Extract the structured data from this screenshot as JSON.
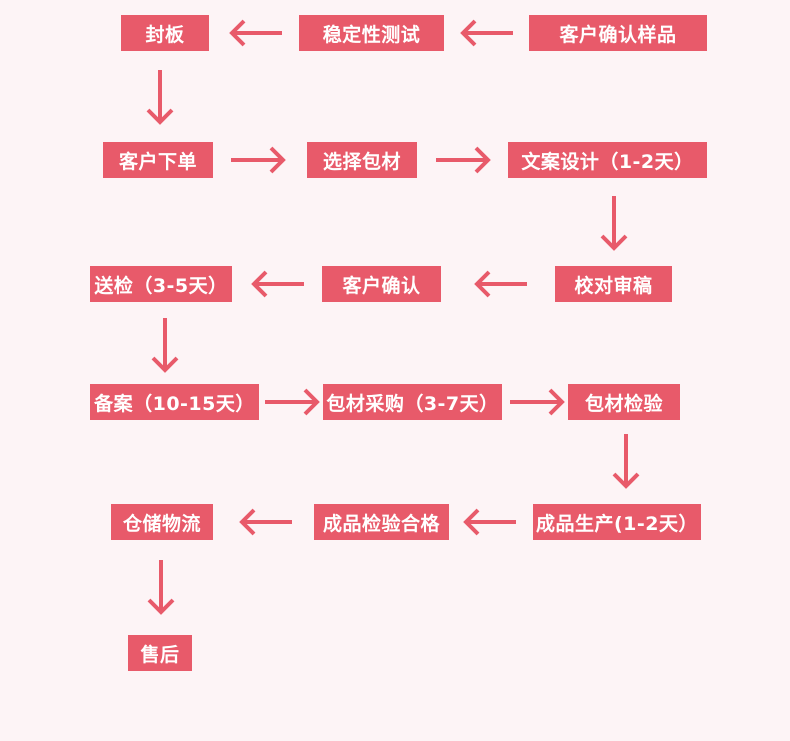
{
  "steps": {
    "sealing": "封板",
    "stability_test": "稳定性测试",
    "customer_confirm_sample": "客户确认样品",
    "customer_order": "客户下单",
    "select_material": "选择包材",
    "copy_design": "文案设计（1-2天）",
    "proofread": "校对审稿",
    "customer_confirm": "客户确认",
    "submit_inspection": "送检（3-5天）",
    "filing": "备案（10-15天）",
    "material_purchase": "包材采购（3-7天）",
    "material_inspection": "包材检验",
    "production": "成品生产(1-2天）",
    "product_inspection_pass": "成品检验合格",
    "warehouse_logistics": "仓储物流",
    "after_sales": "售后"
  },
  "colors": {
    "accent": "#e85a6a",
    "background": "#fdf4f6",
    "text": "#ffffff"
  }
}
